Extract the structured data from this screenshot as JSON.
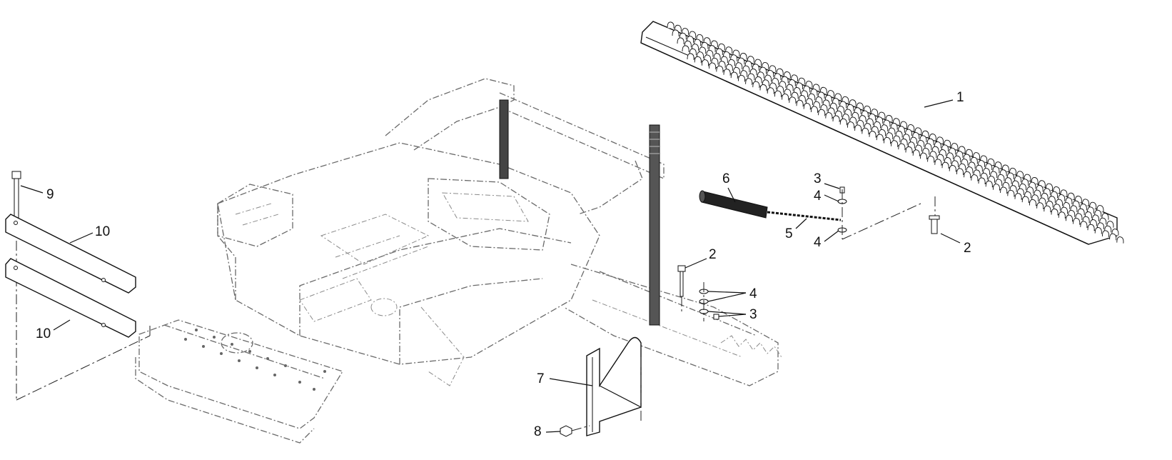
{
  "callouts": {
    "c1": "1",
    "c2a": "2",
    "c2b": "2",
    "c3a": "3",
    "c3b": "3",
    "c4a": "4",
    "c4b": "4",
    "c4c": "4",
    "c5": "5",
    "c6": "6",
    "c7": "7",
    "c8": "8",
    "c9": "9",
    "c10a": "10",
    "c10b": "10"
  }
}
